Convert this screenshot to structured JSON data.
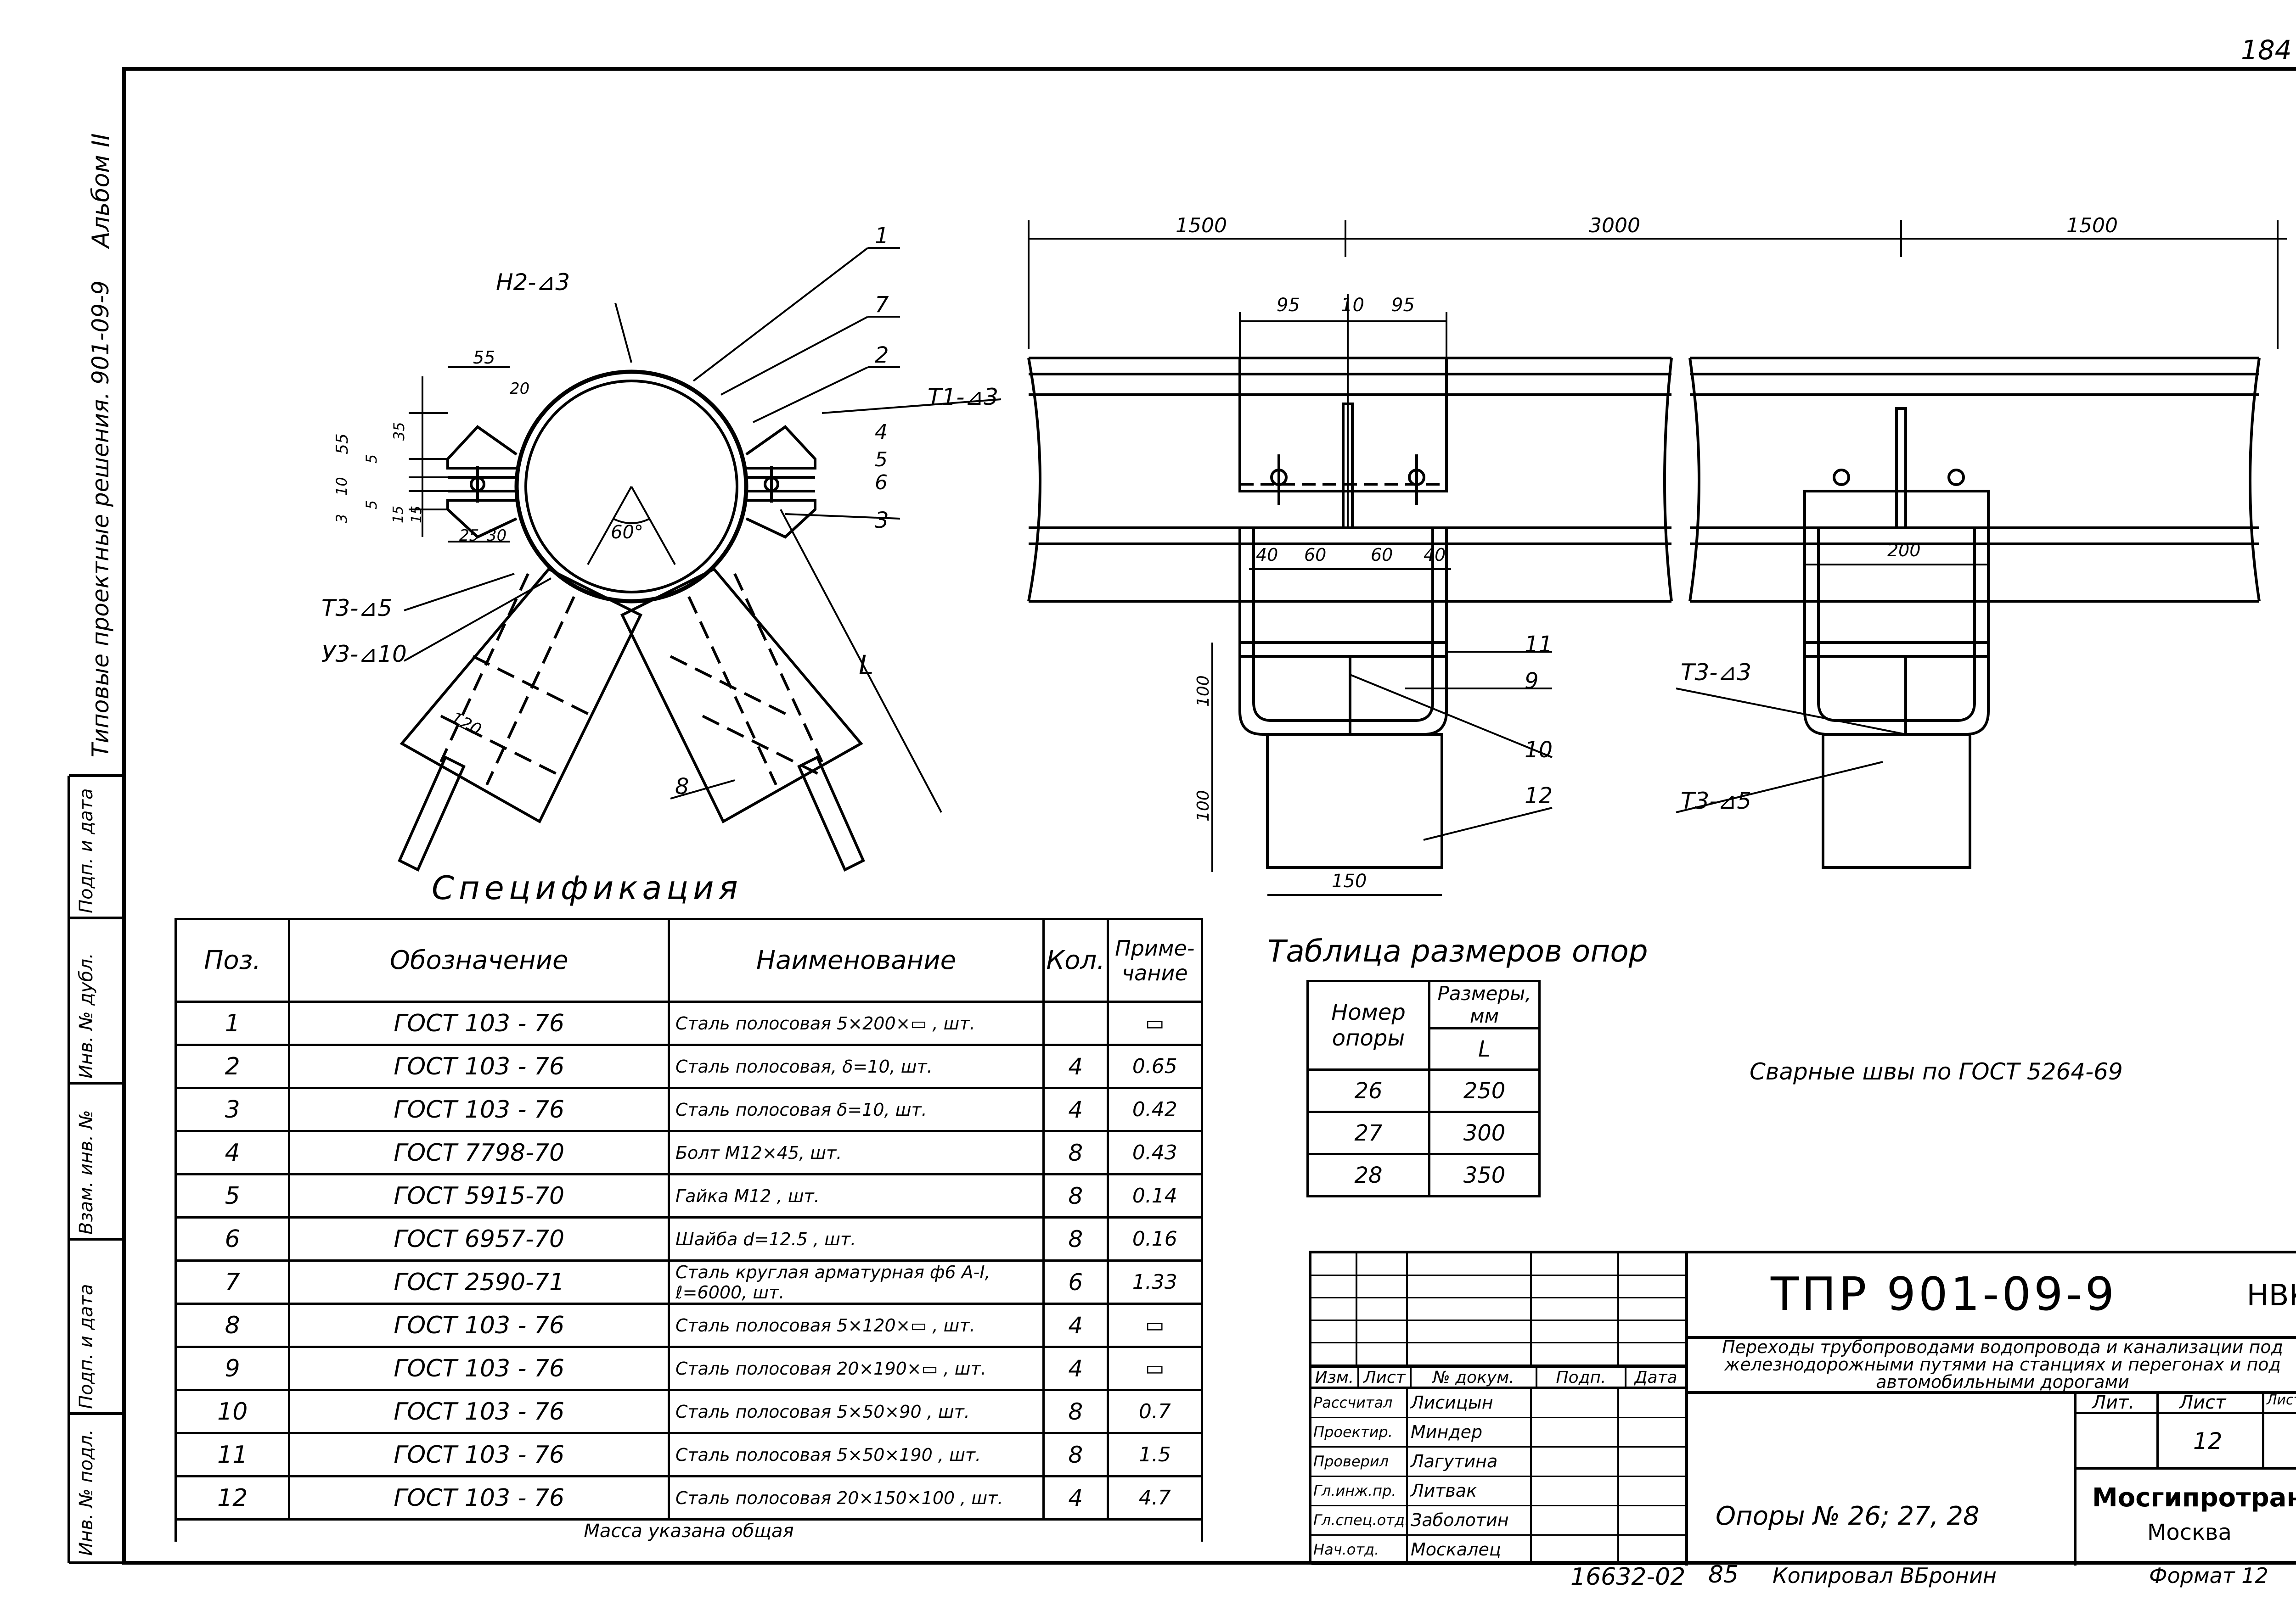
{
  "sheet_number": "184",
  "side_strip": {
    "album": "Альбом II",
    "series": "Типовые проектные решения. 901-09-9",
    "stamp_fields": [
      "Подп. и дата",
      "Инв. № дубл.",
      "Взам. инв. №",
      "Подп. и дата",
      "Инв. № подл."
    ]
  },
  "drawing": {
    "labels": {
      "weld_top": "Н2-⊿3",
      "weld_right": "Т1-⊿3",
      "weld_t3_5": "Т3-⊿5",
      "weld_u3_10": "У3-⊿10",
      "weld_t3_3_right": "Т3-⊿3",
      "weld_t3_5_right": "Т3-⊿5",
      "angle": "60°",
      "dim_L": "L"
    },
    "left_dims": [
      "55",
      "20",
      "55",
      "35",
      "5",
      "10",
      "3",
      "5",
      "15",
      "15",
      "25",
      "30",
      "120"
    ],
    "top_dims": [
      "1500",
      "3000",
      "1500"
    ],
    "mid_dims": [
      "95",
      "10",
      "95",
      "40",
      "60",
      "60",
      "40",
      "200",
      "100",
      "100",
      "150"
    ],
    "callouts": [
      "1",
      "7",
      "2",
      "4",
      "5",
      "6",
      "3",
      "8",
      "11",
      "9",
      "10",
      "12"
    ]
  },
  "spec": {
    "title": "Спецификация",
    "headers": [
      "Поз.",
      "Обозначение",
      "Наименование",
      "Кол.",
      "Приме-\nчание"
    ],
    "rows": [
      {
        "pos": "1",
        "oboz": "ГОСТ 103 - 76",
        "name": "Сталь полосовая 5×200×▭ , шт.",
        "qty": "",
        "note": "▭"
      },
      {
        "pos": "2",
        "oboz": "ГОСТ 103 - 76",
        "name": "Сталь полосовая, δ=10, шт.",
        "qty": "4",
        "note": "0.65"
      },
      {
        "pos": "3",
        "oboz": "ГОСТ 103 - 76",
        "name": "Сталь полосовая δ=10, шт.",
        "qty": "4",
        "note": "0.42"
      },
      {
        "pos": "4",
        "oboz": "ГОСТ 7798-70",
        "name": "Болт М12×45, шт.",
        "qty": "8",
        "note": "0.43"
      },
      {
        "pos": "5",
        "oboz": "ГОСТ 5915-70",
        "name": "Гайка М12 , шт.",
        "qty": "8",
        "note": "0.14"
      },
      {
        "pos": "6",
        "oboz": "ГОСТ 6957-70",
        "name": "Шайба d=12.5 , шт.",
        "qty": "8",
        "note": "0.16"
      },
      {
        "pos": "7",
        "oboz": "ГОСТ 2590-71",
        "name": "Сталь круглая арматурная ф6 А-I, ℓ=6000, шт.",
        "qty": "6",
        "note": "1.33"
      },
      {
        "pos": "8",
        "oboz": "ГОСТ 103 - 76",
        "name": "Сталь полосовая 5×120×▭ , шт.",
        "qty": "4",
        "note": "▭"
      },
      {
        "pos": "9",
        "oboz": "ГОСТ 103 - 76",
        "name": "Сталь полосовая 20×190×▭ , шт.",
        "qty": "4",
        "note": "▭"
      },
      {
        "pos": "10",
        "oboz": "ГОСТ 103 - 76",
        "name": "Сталь полосовая 5×50×90 , шт.",
        "qty": "8",
        "note": "0.7"
      },
      {
        "pos": "11",
        "oboz": "ГОСТ 103 - 76",
        "name": "Сталь полосовая 5×50×190 , шт.",
        "qty": "8",
        "note": "1.5"
      },
      {
        "pos": "12",
        "oboz": "ГОСТ 103 - 76",
        "name": "Сталь полосовая 20×150×100 , шт.",
        "qty": "4",
        "note": "4.7"
      }
    ],
    "footer": "Масса указана общая"
  },
  "sizes_table": {
    "title": "Таблица размеров опор",
    "col1": "Номер опоры",
    "col2": "Размеры, мм",
    "col2_sub": "L",
    "rows": [
      {
        "num": "26",
        "L": "250"
      },
      {
        "num": "27",
        "L": "300"
      },
      {
        "num": "28",
        "L": "350"
      }
    ]
  },
  "weld_note": "Сварные швы по ГОСТ 5264-69",
  "title_block": {
    "code": "ТПР 901-09-9",
    "dept": "НВК",
    "description": "Переходы трубопроводами водопровода и канализации под железнодорожными путями на станциях и перегонах и под автомобильными дорогами",
    "col_headers": [
      "Изм.",
      "Лист",
      "№ докум.",
      "Подп.",
      "Дата"
    ],
    "staff": [
      {
        "role": "Рассчитал",
        "name": "Лисицын"
      },
      {
        "role": "Проектир.",
        "name": "Миндер"
      },
      {
        "role": "Проверил",
        "name": "Лагутина"
      },
      {
        "role": "Гл.инж.пр.",
        "name": "Литвак"
      },
      {
        "role": "Гл.спец.отд.",
        "name": "Заболотин"
      },
      {
        "role": "Нач.отд.",
        "name": "Москалец"
      }
    ],
    "sheet_name": "Опоры № 26; 27, 28",
    "lit_label": "Лит.",
    "list_label": "Лист",
    "listov_label": "Листов",
    "list_value": "12",
    "org": "Мосгипротранс",
    "city": "Москва"
  },
  "bottom": {
    "inventory": "16632-02",
    "page": "85",
    "copied": "Копировал ВБронин",
    "format": "Формат 12"
  }
}
